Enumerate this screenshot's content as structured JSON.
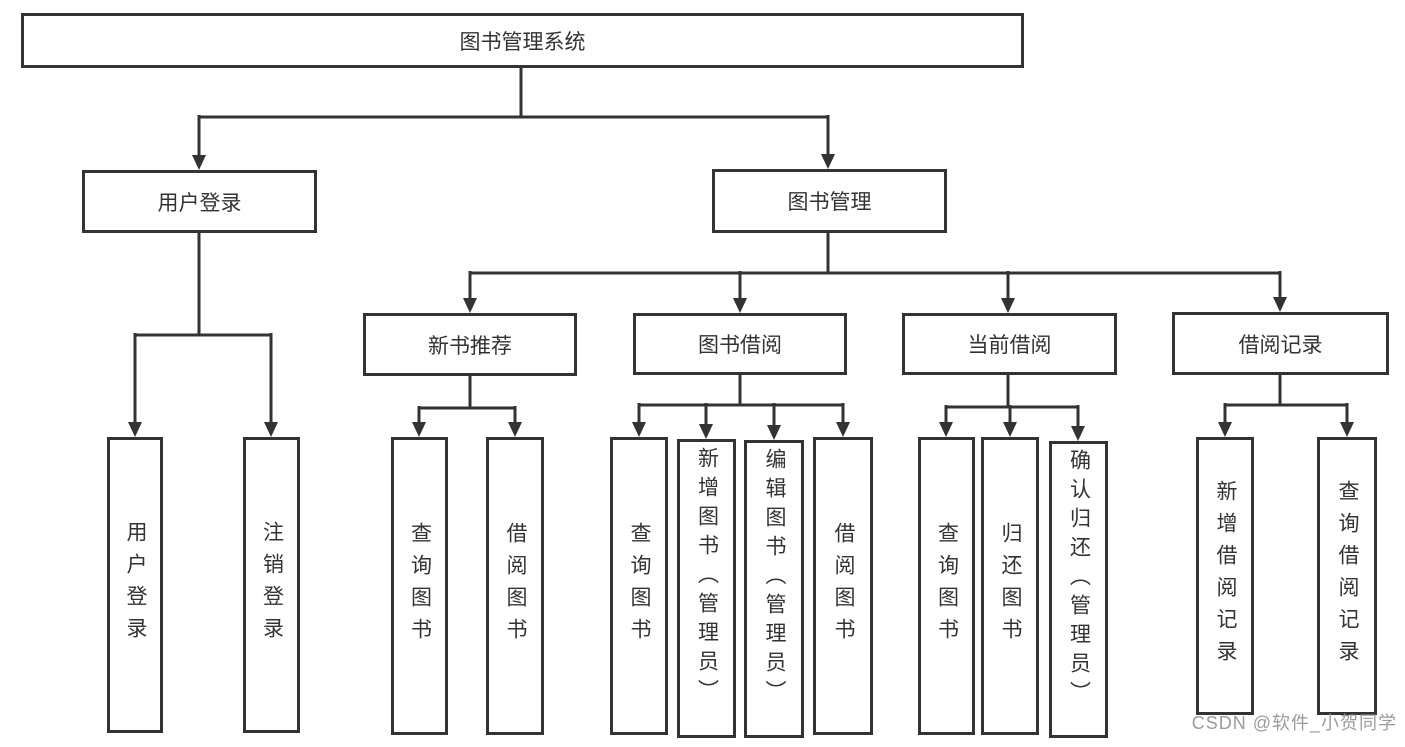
{
  "tree": {
    "id": "library-management-system",
    "label": "图书管理系统",
    "children": [
      {
        "id": "user-login",
        "label": "用户登录",
        "children": [
          {
            "id": "user-login-leaf",
            "label": "用户登录"
          },
          {
            "id": "logout-leaf",
            "label": "注销登录"
          }
        ]
      },
      {
        "id": "book-management",
        "label": "图书管理",
        "children": [
          {
            "id": "new-book-recommendation",
            "label": "新书推荐",
            "children": [
              {
                "id": "query-books",
                "label": "查询图书"
              },
              {
                "id": "borrow-books",
                "label": "借阅图书"
              }
            ]
          },
          {
            "id": "book-borrowing",
            "label": "图书借阅",
            "children": [
              {
                "id": "query-books",
                "label": "查询图书"
              },
              {
                "id": "add-books-admin",
                "label": "新增图书（管理员）"
              },
              {
                "id": "edit-books-admin",
                "label": "编辑图书（管理员）"
              },
              {
                "id": "borrow-books",
                "label": "借阅图书"
              }
            ]
          },
          {
            "id": "current-borrowing",
            "label": "当前借阅",
            "children": [
              {
                "id": "query-books",
                "label": "查询图书"
              },
              {
                "id": "return-books",
                "label": "归还图书"
              },
              {
                "id": "confirm-return-admin",
                "label": "确认归还（管理员）"
              }
            ]
          },
          {
            "id": "borrowing-records",
            "label": "借阅记录",
            "children": [
              {
                "id": "add-borrowing-record",
                "label": "新增借阅记录"
              },
              {
                "id": "query-borrowing-record",
                "label": "查询借阅记录"
              }
            ]
          }
        ]
      }
    ]
  },
  "watermark": {
    "text": "CSDN @软件_小贺同学"
  },
  "colors": {
    "line": "#333333",
    "text": "#333333",
    "background": "#ffffff",
    "watermark": "#9b9b9b"
  }
}
